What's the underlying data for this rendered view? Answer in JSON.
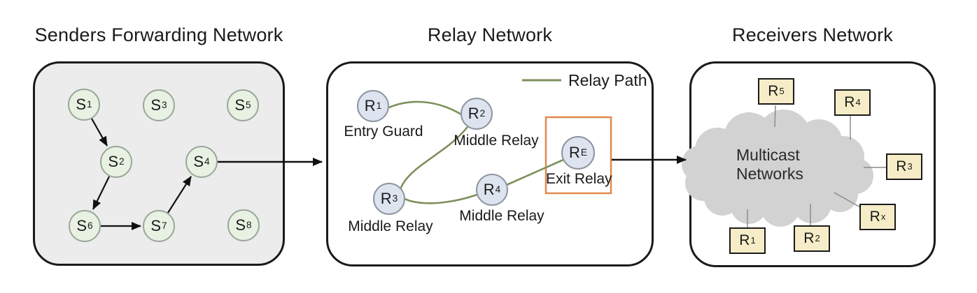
{
  "panels": {
    "senders": {
      "title": "Senders Forwarding Network",
      "nodes": [
        {
          "base": "S",
          "sub": "1"
        },
        {
          "base": "S",
          "sub": "2"
        },
        {
          "base": "S",
          "sub": "3"
        },
        {
          "base": "S",
          "sub": "4"
        },
        {
          "base": "S",
          "sub": "5"
        },
        {
          "base": "S",
          "sub": "6"
        },
        {
          "base": "S",
          "sub": "7"
        },
        {
          "base": "S",
          "sub": "8"
        }
      ],
      "forward_edges": [
        "S1→S2",
        "S2→S6",
        "S6→S7",
        "S7→S4",
        "S4→Relay Network"
      ]
    },
    "relay": {
      "title": "Relay Network",
      "legend_label": "Relay Path",
      "nodes": [
        {
          "base": "R",
          "sub": "1",
          "role": "Entry Guard"
        },
        {
          "base": "R",
          "sub": "2",
          "role": "Middle Relay"
        },
        {
          "base": "R",
          "sub": "3",
          "role": "Middle Relay"
        },
        {
          "base": "R",
          "sub": "4",
          "role": "Middle Relay"
        },
        {
          "base": "R",
          "sub": "E",
          "role": "Exit Relay"
        }
      ],
      "relay_path_order": [
        "R1",
        "R2",
        "R3",
        "R4",
        "RE"
      ],
      "exit_edge": "RE→Receivers Network"
    },
    "receivers": {
      "title": "Receivers Network",
      "cloud_label": "Multicast Networks",
      "nodes": [
        {
          "base": "R",
          "sub": "5"
        },
        {
          "base": "R",
          "sub": "4"
        },
        {
          "base": "R",
          "sub": "3"
        },
        {
          "base": "R",
          "sub": "x"
        },
        {
          "base": "R",
          "sub": "1"
        },
        {
          "base": "R",
          "sub": "2"
        }
      ]
    }
  },
  "colors": {
    "sender_panel_fill": "#ececec",
    "sender_node_fill": "#e9f1e3",
    "sender_node_border": "#9aa89b",
    "relay_node_fill": "#dde4ef",
    "relay_node_border": "#8e95a0",
    "relay_path_green": "#7d8f5b",
    "exit_box_orange": "#e0894b",
    "receiver_box_fill": "#f6edc8",
    "cloud_gray": "#d2d2d2",
    "outline_black": "#1a1a1a"
  }
}
